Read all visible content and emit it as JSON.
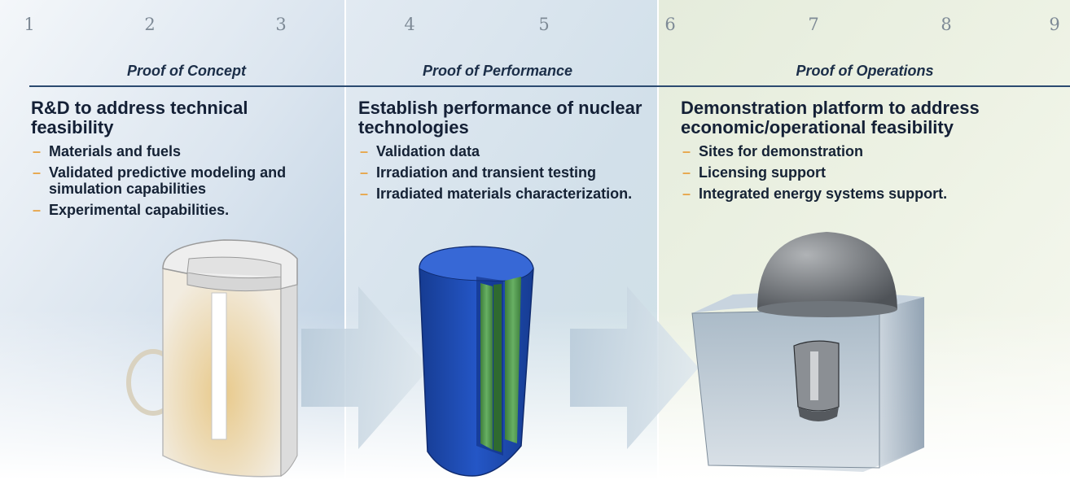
{
  "trl_numbers": [
    "1",
    "2",
    "3",
    "4",
    "5",
    "6",
    "7",
    "8",
    "9"
  ],
  "phases": [
    {
      "title": "Proof of Concept",
      "heading": "R&D to address technical feasibility",
      "bullets": [
        "Materials and fuels",
        "Validated predictive modeling and simulation capabilities",
        "Experimental capabilities."
      ],
      "illustration": "cutaway-cylinder-icon"
    },
    {
      "title": "Proof of Performance",
      "heading": "Establish performance of nuclear technologies",
      "bullets": [
        "Validation data",
        "Irradiation and transient testing",
        "Irradiated materials characterization."
      ],
      "illustration": "fuel-rod-cutaway-icon"
    },
    {
      "title": "Proof of Operations",
      "heading": "Demonstration platform to address economic/operational feasibility",
      "bullets": [
        "Sites for demonstration",
        "Licensing support",
        "Integrated energy systems support."
      ],
      "illustration": "reactor-containment-icon"
    }
  ],
  "colors": {
    "bullet_dash": "#e7a64a",
    "rule": "#2b4a70",
    "text": "#142036",
    "fuel_blue": "#1d47a7",
    "fuel_green": "#4f9a4c"
  }
}
